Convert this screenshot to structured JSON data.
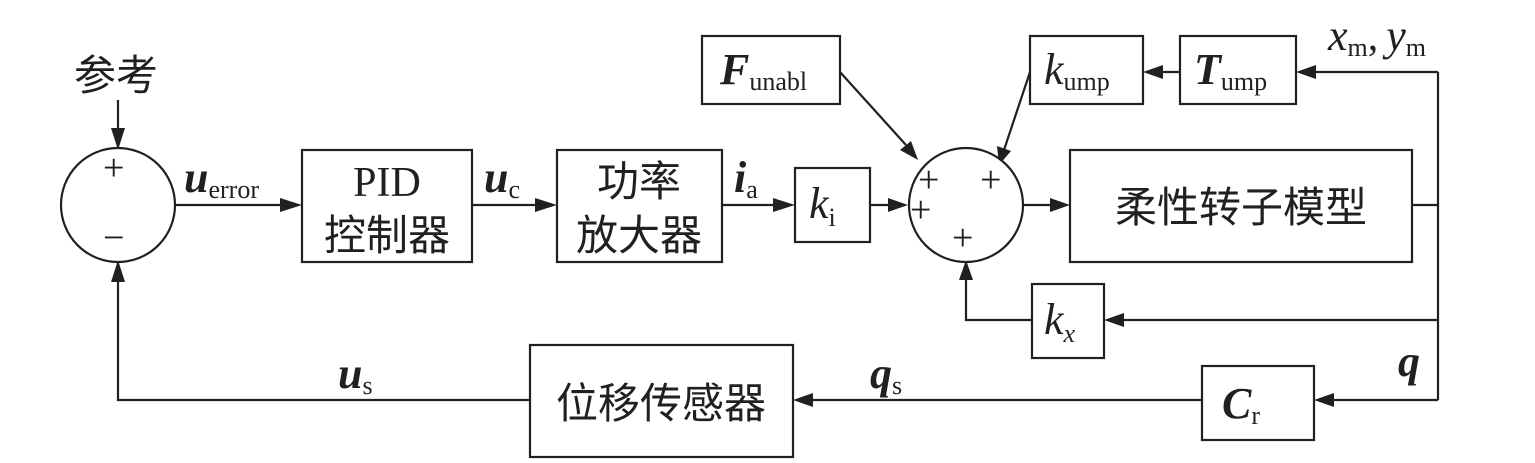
{
  "reference": "参考",
  "summing_signs": {
    "plus": "+",
    "minus": "−"
  },
  "signals": {
    "u_error": {
      "main": "u",
      "sub": "error"
    },
    "u_c": {
      "main": "u",
      "sub": "c"
    },
    "i_a": {
      "main": "i",
      "sub": "a"
    },
    "u_s": {
      "main": "u",
      "sub": "s"
    },
    "q_s": {
      "main": "q",
      "sub": "s"
    },
    "q": "q",
    "xm_ym": {
      "x": "x",
      "x_sub": "m",
      "comma": ",",
      "y": "y",
      "y_sub": "m"
    }
  },
  "blocks": {
    "pid": {
      "line1": "PID",
      "line2": "控制器"
    },
    "amplifier": {
      "line1": "功率",
      "line2": "放大器"
    },
    "k_i": {
      "main": "k",
      "sub": "i"
    },
    "f_unabl": {
      "main": "F",
      "sub": "unabl"
    },
    "k_ump": {
      "main": "k",
      "sub": "ump"
    },
    "t_ump": {
      "main": "T",
      "sub": "ump"
    },
    "rotor_model": "柔性转子模型",
    "k_x": {
      "main": "k",
      "sub": "x"
    },
    "c_r": {
      "main": "C",
      "sub": "r"
    },
    "sensor": "位移传感器"
  }
}
